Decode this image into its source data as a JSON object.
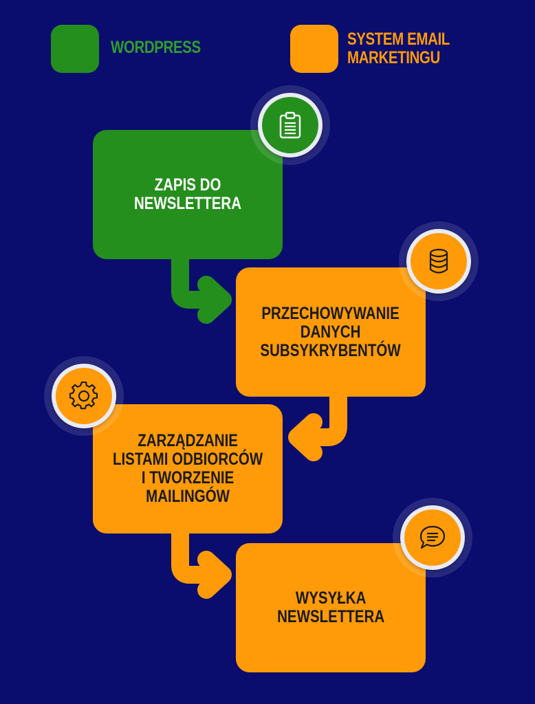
{
  "colors": {
    "background": "#0a0c6e",
    "green": "#258f1e",
    "orange": "#ff9b08",
    "dark_text": "#1a1a1a",
    "white_text": "#ffffff"
  },
  "legend": {
    "wordpress": "WORDPRESS",
    "email_system": "SYSTEM EMAIL\nMARKETINGU"
  },
  "steps": [
    {
      "label": "ZAPIS DO NEWSLETTERA",
      "icon": "clipboard-icon",
      "category": "WordPress"
    },
    {
      "label": "PRZECHOWYWANIE\nDANYCH\nSUBSYKRYBENTÓW",
      "icon": "database-icon",
      "category": "System email marketingu"
    },
    {
      "label": "ZARZĄDZANIE\nLISTAMI ODBIORCÓW\nI TWORZENIE\nMAILINGÓW",
      "icon": "gear-icon",
      "category": "System email marketingu"
    },
    {
      "label": "WYSYŁKA\nNEWSLETTERA",
      "icon": "chat-icon",
      "category": "System email marketingu"
    }
  ]
}
